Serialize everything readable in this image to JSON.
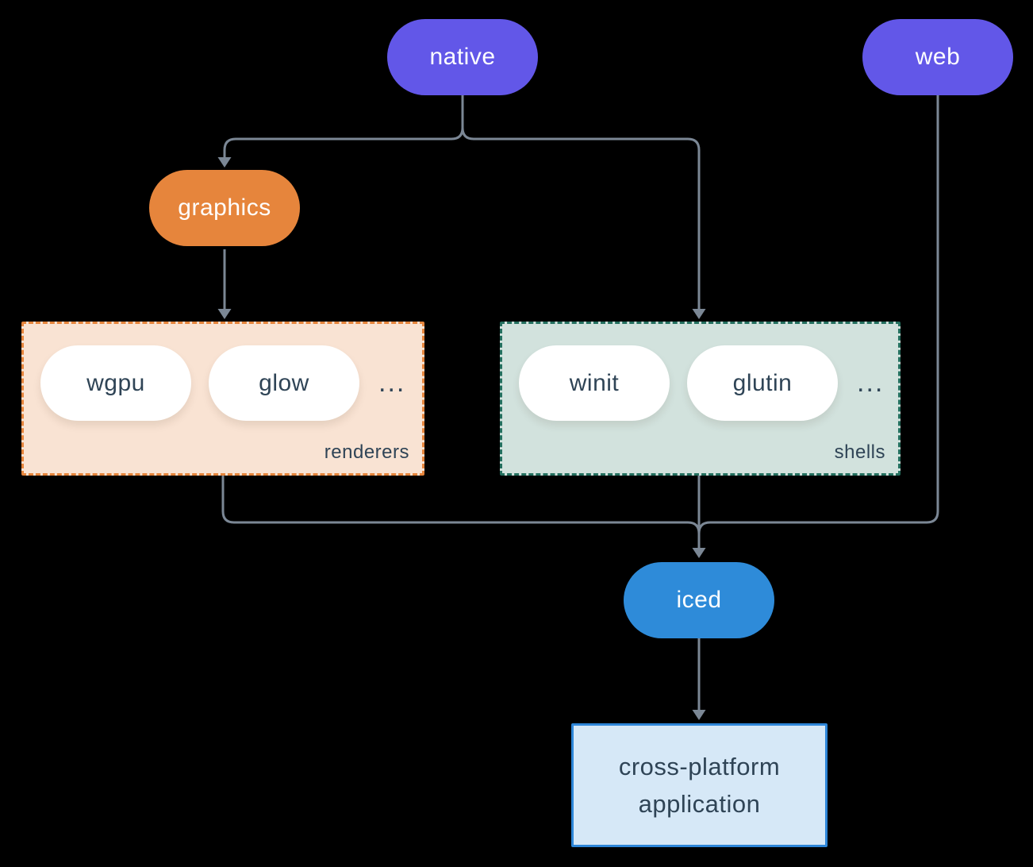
{
  "nodes": {
    "native": {
      "label": "native"
    },
    "web": {
      "label": "web"
    },
    "graphics": {
      "label": "graphics"
    },
    "iced": {
      "label": "iced"
    },
    "application": {
      "line1": "cross-platform",
      "line2": "application"
    }
  },
  "groups": {
    "renderers": {
      "label": "renderers",
      "items": [
        "wgpu",
        "glow"
      ],
      "ellipsis": "..."
    },
    "shells": {
      "label": "shells",
      "items": [
        "winit",
        "glutin"
      ],
      "ellipsis": "..."
    }
  },
  "colors": {
    "background": "#000000",
    "connector": "#7b8795",
    "node_purple": "#6257e8",
    "node_orange": "#e6853c",
    "node_blue": "#2e8bd9",
    "renderers_fill": "#f9e3d3",
    "renderers_border": "#e6853c",
    "shells_fill": "#d2e2dd",
    "shells_border": "#24705f",
    "application_fill": "#d6e8f7",
    "application_border": "#2e86d8",
    "dark_text": "#2f4456",
    "light_text": "#ffffff"
  }
}
